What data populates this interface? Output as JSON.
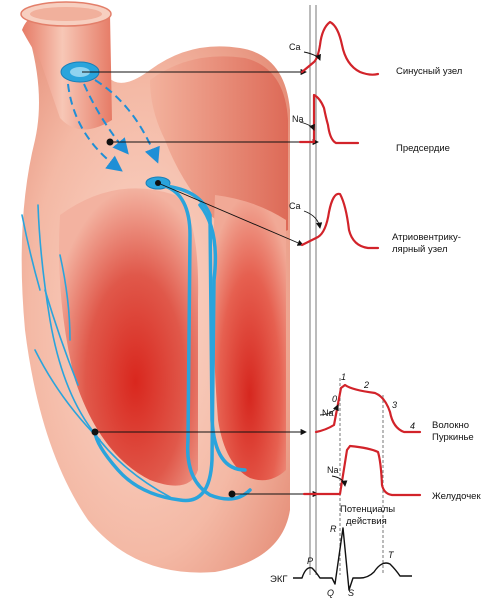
{
  "nodes": {
    "sinus": "Синусный узел",
    "atrium": "Предсердие",
    "av_line1": "Атриовентрику-",
    "av_line2": "лярный узел",
    "purkinje_line1": "Волокно",
    "purkinje_line2": "Пуркинье",
    "ventricle": "Желудочек"
  },
  "ions": {
    "ca_sinus": "Ca",
    "na_atrium": "Na",
    "ca_av": "Ca",
    "na_purkinje": "Na",
    "na_ventricle": "Na"
  },
  "phases": [
    "0",
    "1",
    "2",
    "3",
    "4"
  ],
  "action_potentials_line1": "Потенциалы",
  "action_potentials_line2": "действия",
  "ecg": {
    "label": "ЭКГ",
    "P": "P",
    "Q": "Q",
    "R": "R",
    "S": "S",
    "T": "T"
  },
  "colors": {
    "heart_light": "#f3b6a2",
    "heart_mid": "#e98870",
    "heart_dark": "#d94a3c",
    "conduction": "#2aa4dc",
    "wave": "#d2232a"
  }
}
